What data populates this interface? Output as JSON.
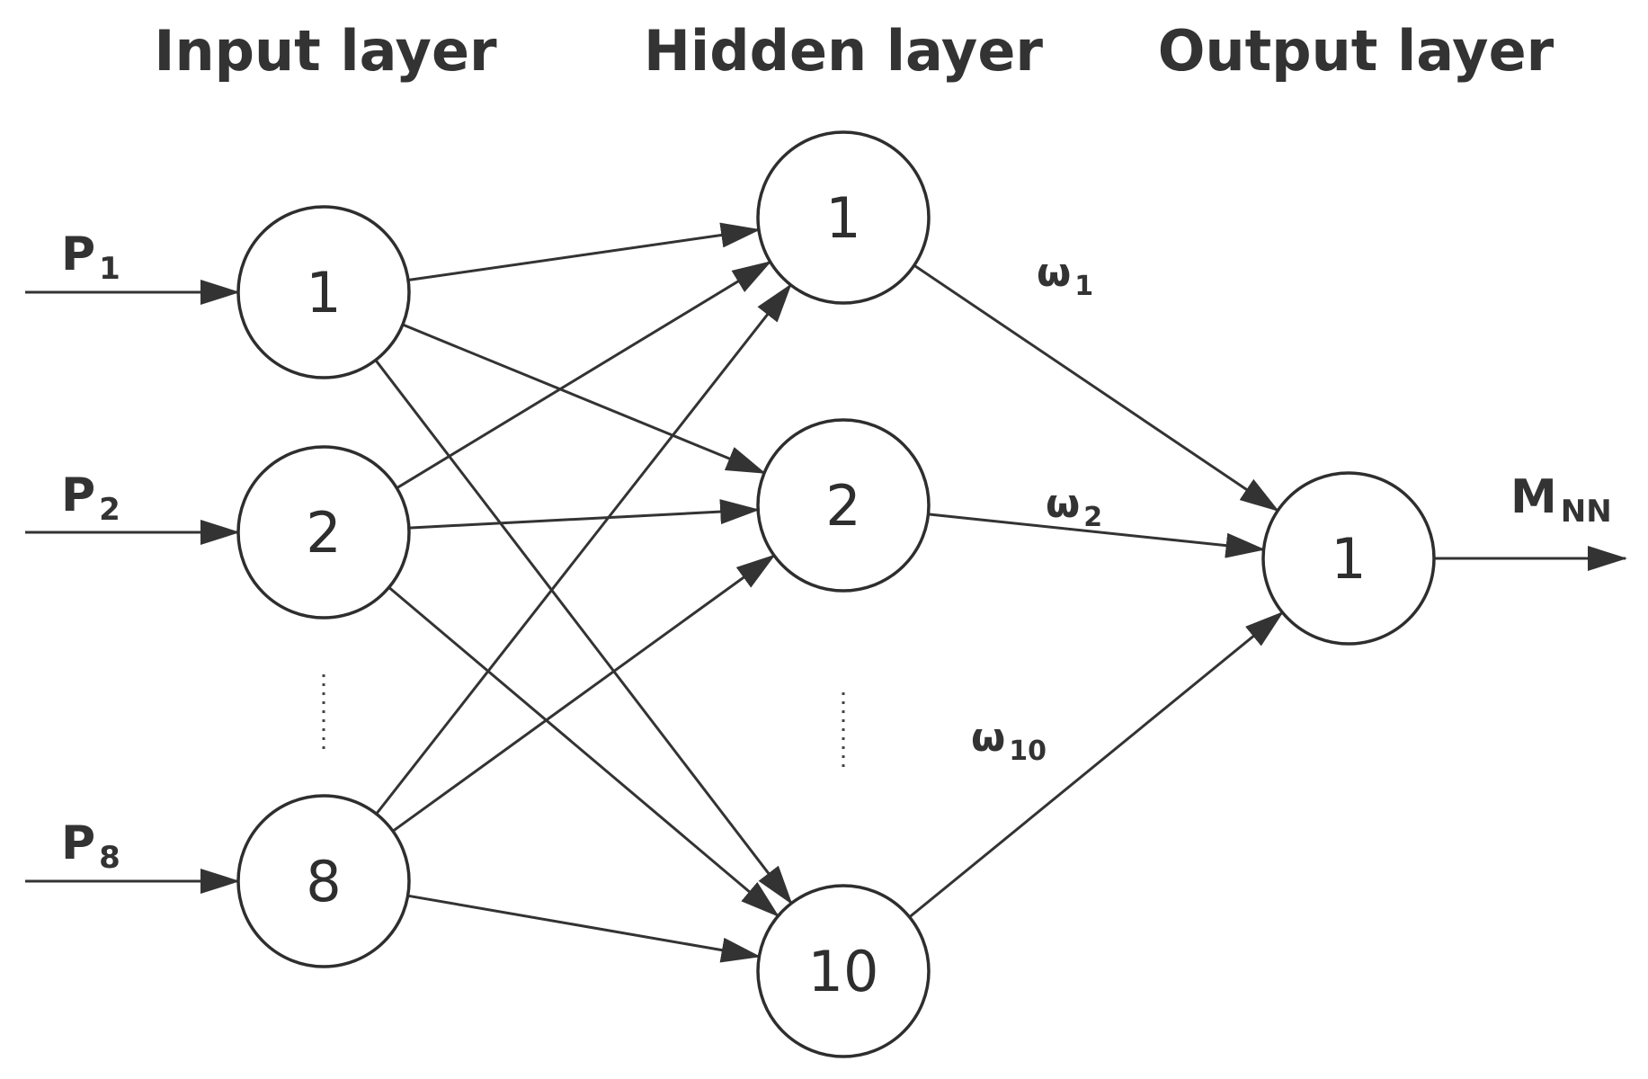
{
  "titles": {
    "input": "Input layer",
    "hidden": "Hidden layer",
    "output": "Output layer"
  },
  "input_nodes": [
    "1",
    "2",
    "8"
  ],
  "hidden_nodes": [
    "1",
    "2",
    "10"
  ],
  "output_nodes": [
    "1"
  ],
  "inputs": [
    {
      "main": "P",
      "sub": "1"
    },
    {
      "main": "P",
      "sub": "2"
    },
    {
      "main": "P",
      "sub": "8"
    }
  ],
  "weights": [
    {
      "main": "ω",
      "sub": "1"
    },
    {
      "main": "ω",
      "sub": "2"
    },
    {
      "main": "ω",
      "sub": "10"
    }
  ],
  "output_label": {
    "main": "M",
    "sub": "NN"
  }
}
